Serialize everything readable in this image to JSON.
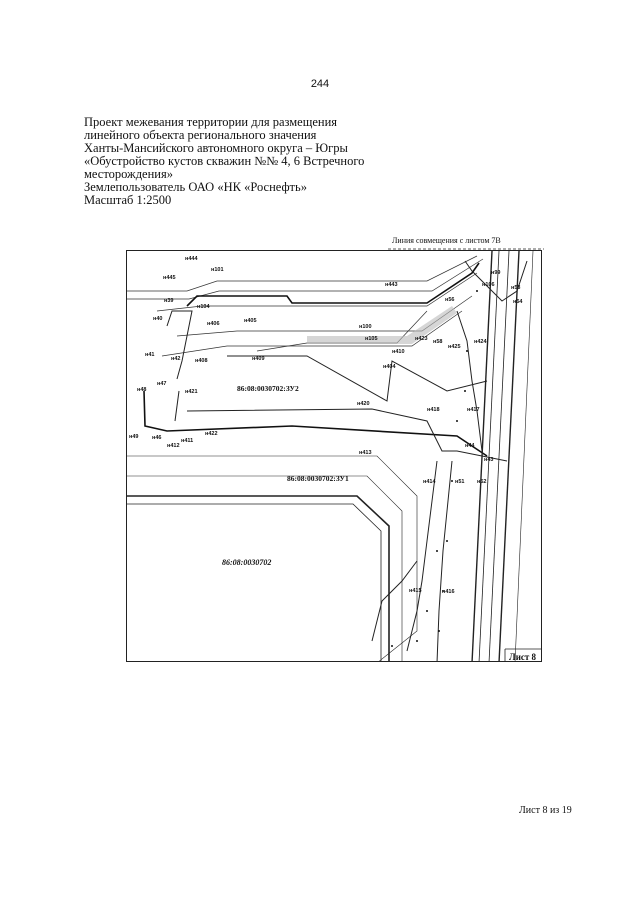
{
  "header": {
    "page_number": "244"
  },
  "title": {
    "lines": [
      "Проект межевания территории для размещения",
      "линейного объекта регионального значения",
      "Ханты-Мансийского автономного округа – Югры",
      "«Обустройство кустов скважин №№ 4, 6 Встречного",
      "месторождения»",
      "Землепользователь ОАО «НК «Роснефть»",
      "Масштаб 1:2500"
    ]
  },
  "map": {
    "match_line_label": "Линия совмещения с листом 7В",
    "sheet_label": "Лист 8",
    "cadastral": {
      "zu2": "86:08:0030702:ЗУ2",
      "zu1": "86:08:0030702:ЗУ1",
      "block": "86:08:0030702"
    },
    "points": {
      "n444": "н444",
      "n101": "н101",
      "n445": "н445",
      "n39": "н39",
      "n104": "н104",
      "n40": "н40",
      "n406": "н406",
      "n405": "н405",
      "n42": "н42",
      "n41": "н41",
      "n408": "н408",
      "n409": "н409",
      "n443": "н443",
      "n99": "н99",
      "n106": "н106",
      "n53": "н53",
      "n54": "н54",
      "n56": "н56",
      "n100": "н100",
      "n105": "н105",
      "n423": "н423",
      "n410": "н410",
      "n58": "н58",
      "n425": "н425",
      "n424": "н424",
      "n404": "н404",
      "n47": "н47",
      "n48": "н48",
      "n421": "н421",
      "n420": "н420",
      "n418": "н418",
      "n417": "н417",
      "n49": "н49",
      "n46": "н46",
      "n422": "н422",
      "n411": "н411",
      "n412": "н412",
      "n44": "н44",
      "n413": "н413",
      "n43": "н43",
      "n414": "н414",
      "n51": "н51",
      "n52": "н52",
      "n415": "н415",
      "n416": "н416"
    }
  },
  "footer": {
    "sheet_of": "Лист 8 из 19"
  }
}
